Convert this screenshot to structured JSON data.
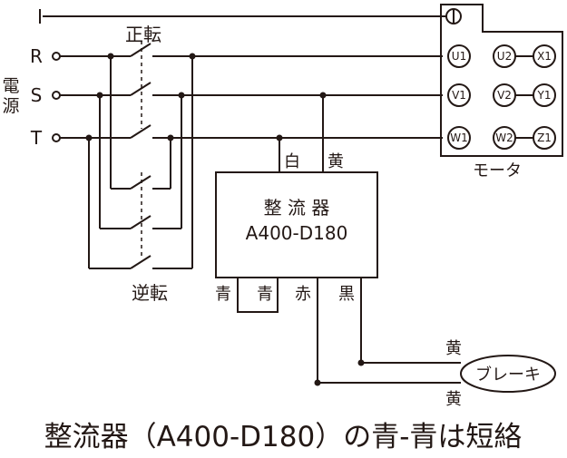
{
  "power": {
    "label_line1": "電",
    "label_line2": "源",
    "R": "R",
    "S": "S",
    "T": "T"
  },
  "switches": {
    "forward": "正転",
    "reverse": "逆転"
  },
  "motor": {
    "label": "モータ",
    "terminals": [
      "U1",
      "U2",
      "X1",
      "V1",
      "V2",
      "Y1",
      "W1",
      "W2",
      "Z1"
    ]
  },
  "rectifier": {
    "title": "整 流 器",
    "model": "A400-D180",
    "in_left": "白",
    "in_right": "黄",
    "out_1": "青",
    "out_2": "青",
    "out_3": "赤",
    "out_4": "黒"
  },
  "brake": {
    "label": "ブレーキ",
    "wire_top": "黄",
    "wire_bottom": "黄"
  },
  "caption": "整流器（A400-D180）の青-青は短絡"
}
